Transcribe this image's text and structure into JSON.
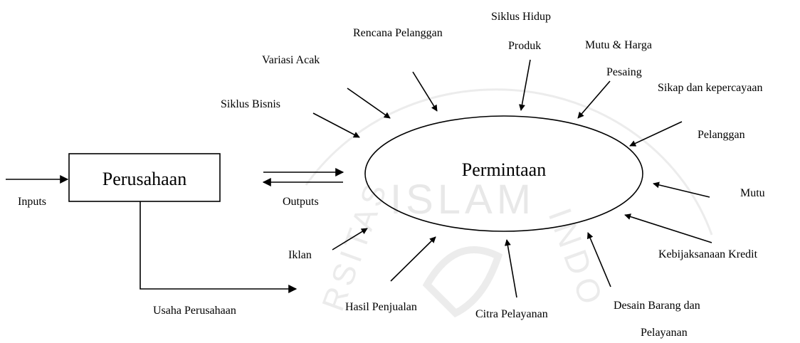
{
  "nodes": {
    "company_box": "Perusahaan",
    "demand_ellipse": "Permintaan"
  },
  "labels": {
    "inputs": "Inputs",
    "outputs": "Outputs",
    "company_effort": "Usaha Perusahaan",
    "business_cycle": "Siklus Bisnis",
    "random_variation": "Variasi Acak",
    "customer_plan": "Rencana Pelanggan",
    "product_life_cycle_1": "Siklus Hidup",
    "product_life_cycle_2": "Produk",
    "competitor_quality_price_1": "Mutu & Harga",
    "competitor_quality_price_2": "Pesaing",
    "customer_attitude_1": "Sikap dan kepercayaan",
    "customer_attitude_2": "Pelanggan",
    "quality": "Mutu",
    "credit_policy": "Kebijaksanaan Kredit",
    "product_design_1": "Desain Barang dan",
    "product_design_2": "Pelayanan",
    "service_image": "Citra Pelayanan",
    "sales_result": "Hasil Penjualan",
    "advertising": "Iklan"
  },
  "watermark": {
    "text_top": "ISLAM",
    "text_right": "INDO",
    "text_left": "RSITAS"
  },
  "colors": {
    "ink": "#000000",
    "watermark": "#e6e6e6"
  }
}
